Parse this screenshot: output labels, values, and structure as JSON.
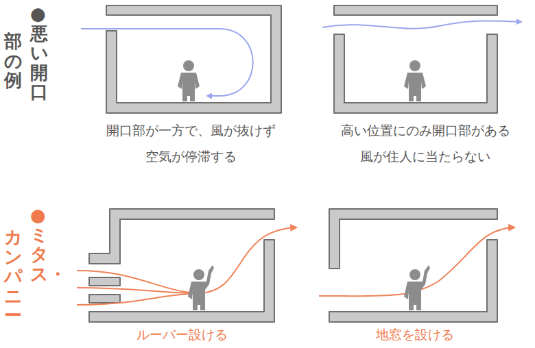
{
  "diagram": {
    "labels": [
      "●悪い開口",
      "部の例",
      "開口部が一方で、風が抜けず",
      "空気が停滞する",
      "高い位置にのみ開口部がある",
      "風が住人に当たらない",
      "●ミタス・",
      "カンパニー",
      "ルーバー設ける",
      "地窓を設ける"
    ]
  }
}
